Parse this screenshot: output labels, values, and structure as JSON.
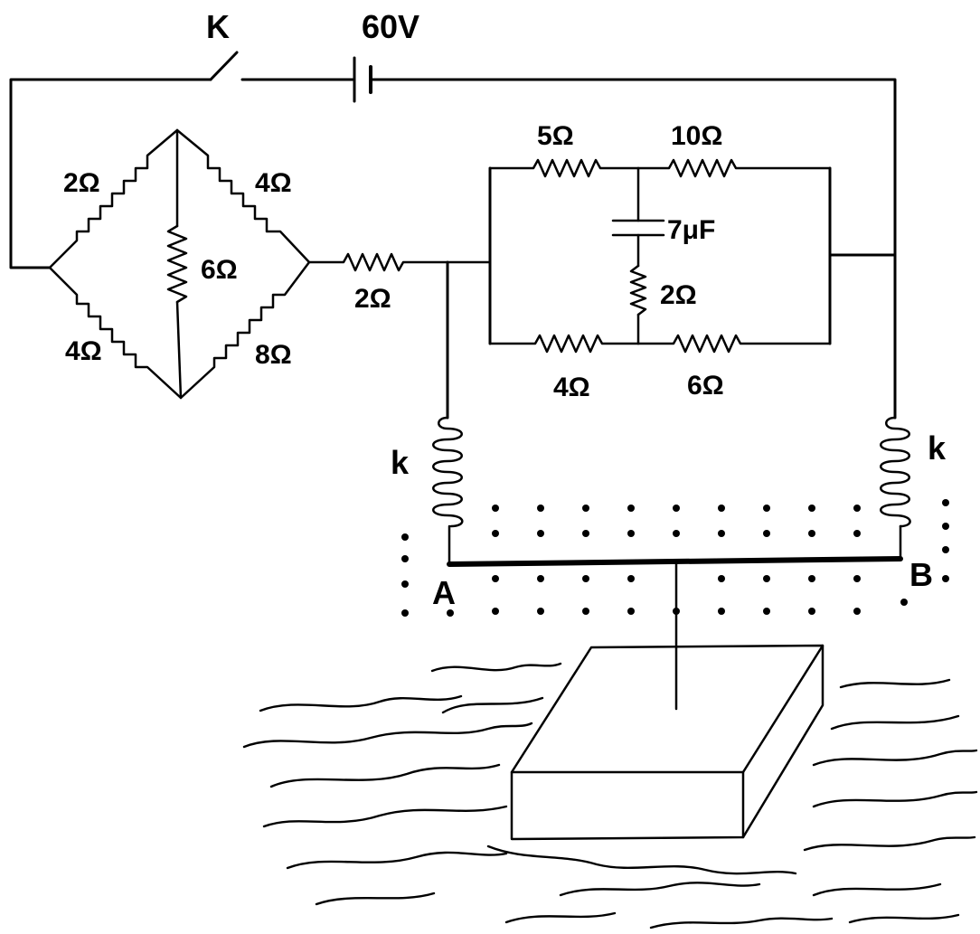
{
  "labels": {
    "switch": "K",
    "battery": "60V",
    "bridge_top_left": "2Ω",
    "bridge_top_right": "4Ω",
    "bridge_middle": "6Ω",
    "bridge_bottom_left": "4Ω",
    "bridge_bottom_right": "8Ω",
    "series_resistor": "2Ω",
    "net_top_left": "5Ω",
    "net_top_right": "10Ω",
    "capacitor": "7μF",
    "net_middle": "2Ω",
    "net_bottom_left": "4Ω",
    "net_bottom_right": "6Ω",
    "spring_left": "k",
    "spring_right": "k",
    "rod_end_a": "A",
    "rod_end_b": "B"
  },
  "colors": {
    "ink": "#000000",
    "background": "#ffffff"
  }
}
